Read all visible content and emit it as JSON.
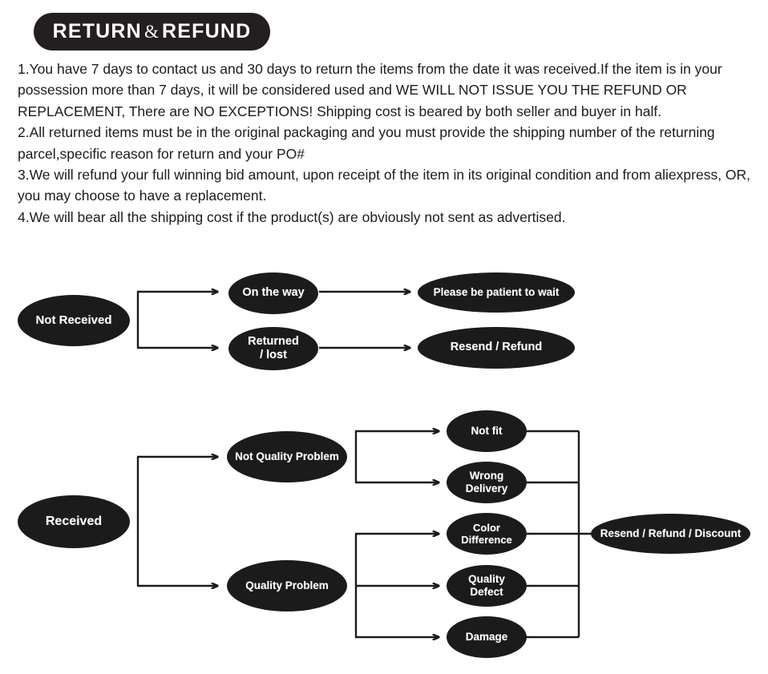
{
  "banner": {
    "word_left": "RETURN",
    "ampersand": "&",
    "word_right": "REFUND"
  },
  "policy": {
    "items": [
      "1.You have 7 days to contact us and 30 days to return the items from the date it was received.If the item is in your possession more than 7 days, it will be considered used and WE WILL NOT ISSUE YOU THE REFUND OR REPLACEMENT, There are NO EXCEPTIONS! Shipping cost is beared by both seller and buyer in half.",
      "2.All returned items must be in the original packaging and you must provide the shipping number of the returning parcel,specific reason for return and your PO#",
      "3.We will refund your full winning bid amount, upon receipt of the item in its original condition and from aliexpress, OR, you may choose to have a replacement.",
      "4.We will bear all the shipping cost if the product(s) are obviously not sent as advertised."
    ]
  },
  "colors": {
    "node_fill": "#1b1b1b",
    "node_text": "#ffffff",
    "page_background": "#ffffff",
    "body_text": "#1c1c1c"
  },
  "diagram": {
    "type": "flowchart",
    "chart_data": {
      "type": "flowchart",
      "title": "Return & Refund decision flow",
      "nodes": [
        {
          "id": "not-received",
          "label": "Not Received",
          "level": 0
        },
        {
          "id": "on-the-way",
          "label": "On the way",
          "level": 1
        },
        {
          "id": "returned-lost",
          "label": "Returned\n/  lost",
          "level": 1
        },
        {
          "id": "please-be-patient",
          "label": "Please be patient to wait",
          "level": 2
        },
        {
          "id": "resend-refund",
          "label": "Resend / Refund",
          "level": 2
        },
        {
          "id": "received",
          "label": "Received",
          "level": 0
        },
        {
          "id": "not-quality-problem",
          "label": "Not Quality Problem",
          "level": 1
        },
        {
          "id": "quality-problem",
          "label": "Quality Problem",
          "level": 1
        },
        {
          "id": "not-fit",
          "label": "Not fit",
          "level": 2
        },
        {
          "id": "wrong-delivery",
          "label": "Wrong\nDelivery",
          "level": 2
        },
        {
          "id": "color-difference",
          "label": "Color\nDifference",
          "level": 2
        },
        {
          "id": "quality-defect",
          "label": "Quality\nDefect",
          "level": 2
        },
        {
          "id": "damage",
          "label": "Damage",
          "level": 2
        },
        {
          "id": "resend-refund-discount",
          "label": "Resend / Refund / Discount",
          "level": 3
        }
      ],
      "edges": [
        {
          "from": "not-received",
          "to": "on-the-way"
        },
        {
          "from": "not-received",
          "to": "returned-lost"
        },
        {
          "from": "on-the-way",
          "to": "please-be-patient"
        },
        {
          "from": "returned-lost",
          "to": "resend-refund"
        },
        {
          "from": "received",
          "to": "not-quality-problem"
        },
        {
          "from": "received",
          "to": "quality-problem"
        },
        {
          "from": "not-quality-problem",
          "to": "not-fit"
        },
        {
          "from": "not-quality-problem",
          "to": "wrong-delivery"
        },
        {
          "from": "quality-problem",
          "to": "color-difference"
        },
        {
          "from": "quality-problem",
          "to": "quality-defect"
        },
        {
          "from": "quality-problem",
          "to": "damage"
        },
        {
          "from": "not-fit",
          "to": "resend-refund-discount"
        },
        {
          "from": "wrong-delivery",
          "to": "resend-refund-discount"
        },
        {
          "from": "color-difference",
          "to": "resend-refund-discount"
        },
        {
          "from": "quality-defect",
          "to": "resend-refund-discount"
        },
        {
          "from": "damage",
          "to": "resend-refund-discount"
        }
      ]
    }
  }
}
